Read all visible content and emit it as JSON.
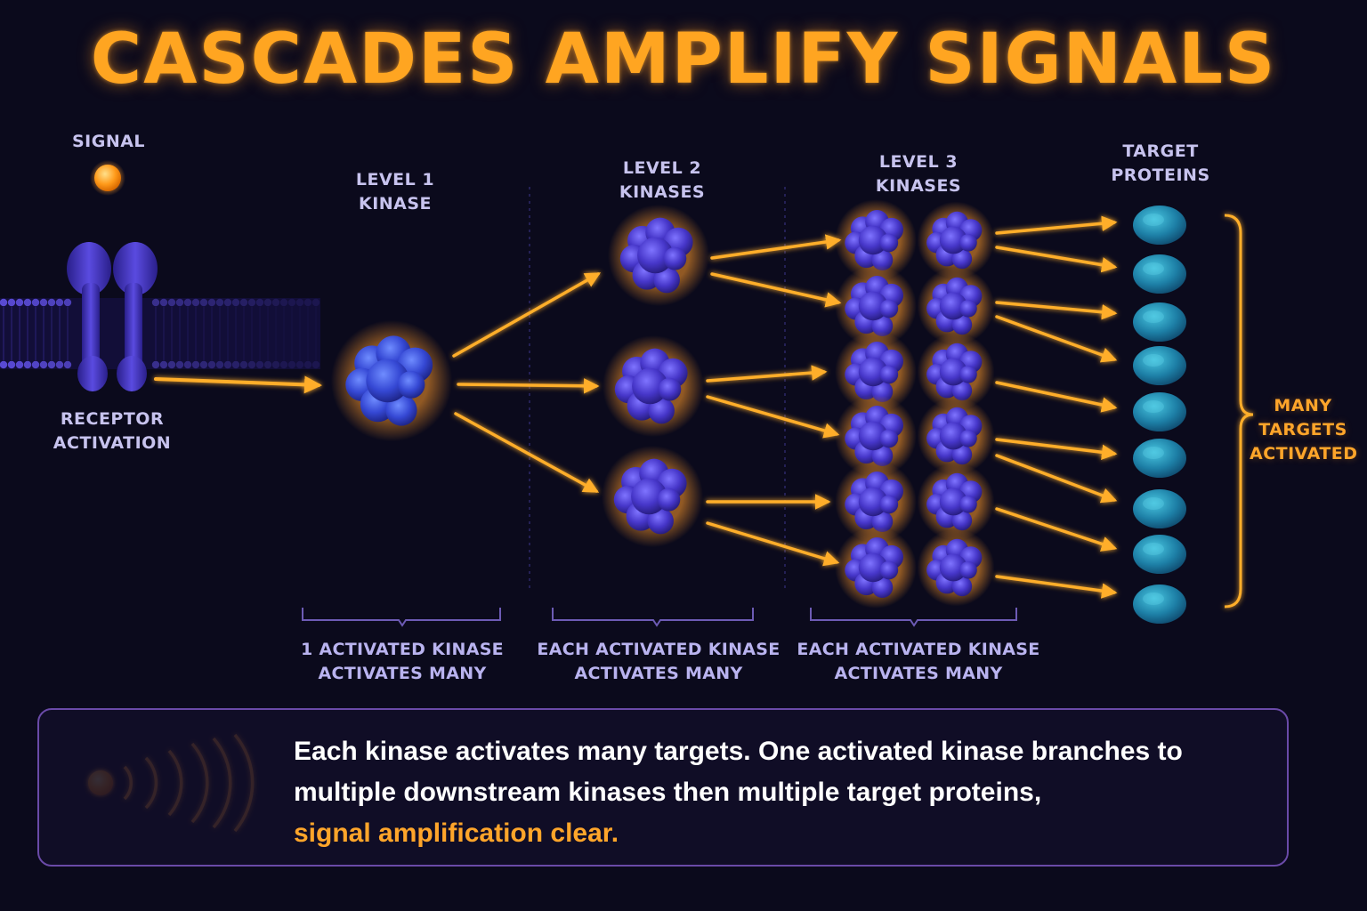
{
  "title": "CASCADES AMPLIFY SIGNALS",
  "labels": {
    "signal": "SIGNAL",
    "receptor": [
      "RECEPTOR",
      "ACTIVATION"
    ],
    "level1": [
      "LEVEL 1",
      "KINASE"
    ],
    "level2": [
      "LEVEL 2",
      "KINASES"
    ],
    "level3": [
      "LEVEL 3",
      "KINASES"
    ],
    "targets": [
      "TARGET",
      "PROTEINS"
    ],
    "many_targets": [
      "MANY",
      "TARGETS",
      "ACTIVATED"
    ]
  },
  "captions": {
    "c1": [
      "1 ACTIVATED KINASE",
      "ACTIVATES MANY"
    ],
    "c2": [
      "EACH ACTIVATED KINASE",
      "ACTIVATES MANY"
    ],
    "c3": [
      "EACH ACTIVATED KINASE",
      "ACTIVATES MANY"
    ]
  },
  "info": {
    "line1": "Each kinase activates many targets. One activated kinase branches to",
    "line2": "multiple downstream kinases then multiple target proteins,",
    "line3": "signal amplification clear."
  },
  "colors": {
    "background": "#0b0a1c",
    "accent_orange": "#ffa521",
    "kinase_purple": "#4b3fd0",
    "target_teal": "#1f8fb0",
    "label_lavender": "#c7c3ee"
  }
}
